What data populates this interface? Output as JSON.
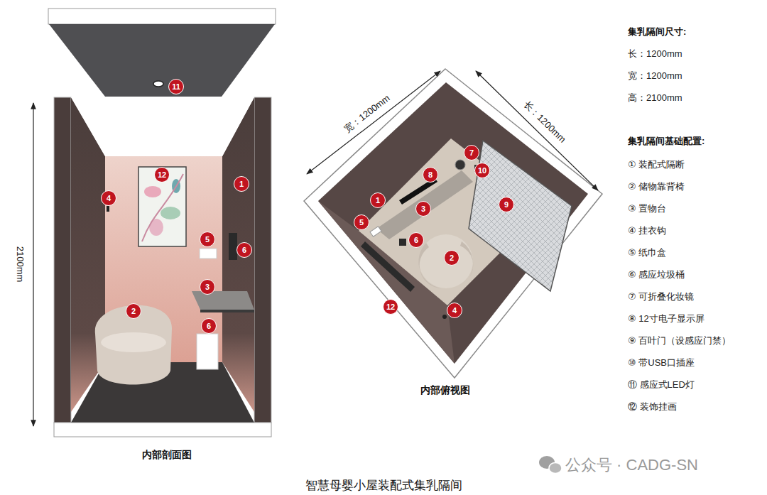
{
  "diagram": {
    "caption": "智慧母婴小屋装配式集乳隔间",
    "labels": [
      "11",
      "12",
      "4",
      "1",
      "5",
      "6",
      "3",
      "2",
      "6",
      "2100mm",
      "内部剖面图",
      "宽：1200mm",
      "长：1200mm",
      "7",
      "8",
      "10",
      "1",
      "3",
      "5",
      "6",
      "9",
      "2",
      "12",
      "4",
      "内部俯视图",
      "集乳隔间尺寸:",
      "长：1200mm",
      "宽：1200mm",
      "高：2100mm",
      "集乳隔间基础配置:",
      "① 装配式隔断",
      "② 储物靠背椅",
      "③ 置物台",
      "④ 挂衣钩",
      "⑤ 纸巾盒",
      "⑥ 感应垃圾桶",
      "⑦ 可折叠化妆镜",
      "⑧ 12寸电子显示屏",
      "⑨ 百叶门（设感应门禁）",
      "⑩ 带USB口插座",
      "⑪ 感应式LED灯",
      "⑫ 装饰挂画",
      "公众号 · CADG-SN"
    ]
  }
}
